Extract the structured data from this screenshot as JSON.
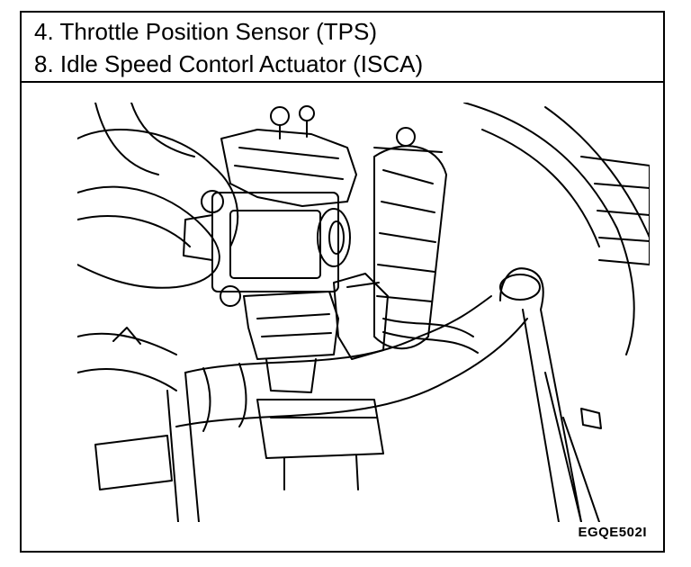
{
  "legend": {
    "item_4": "4.  Throttle Position Sensor (TPS)",
    "item_8": "8.  Idle Speed Contorl Actuator (ISCA)"
  },
  "figure_code": "EGQE502I",
  "colors": {
    "ink": "#000000",
    "paper": "#ffffff"
  }
}
